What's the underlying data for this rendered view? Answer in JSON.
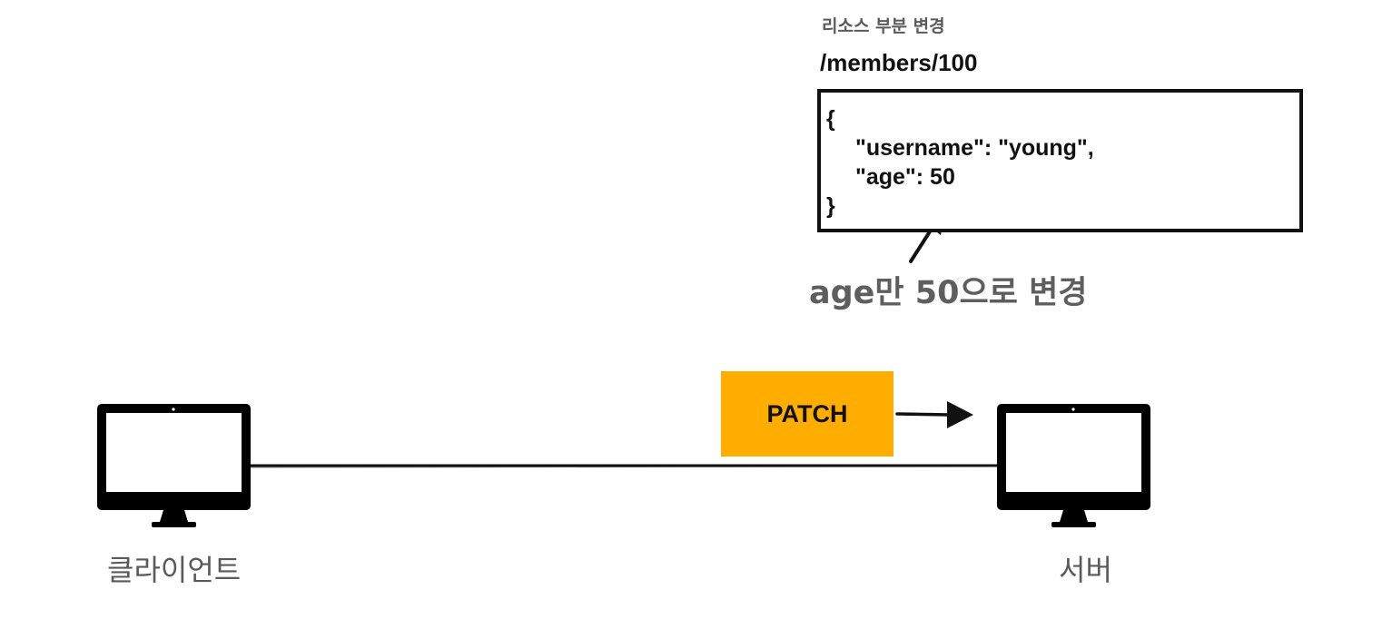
{
  "caption": "리소스 부분 변경",
  "resource_path": "/members/100",
  "json_lines": [
    "{",
    "\"username\": \"young\",",
    "\"age\": 50",
    "}"
  ],
  "annotation": "age만 50으로 변경",
  "method": "PATCH",
  "client_label": "클라이언트",
  "server_label": "서버",
  "colors": {
    "method_badge": "#ffae00",
    "annotation_text": "#5e5e5e",
    "line": "#111111"
  },
  "icons": [
    "client-monitor-icon",
    "server-monitor-icon",
    "arrow-icon"
  ]
}
